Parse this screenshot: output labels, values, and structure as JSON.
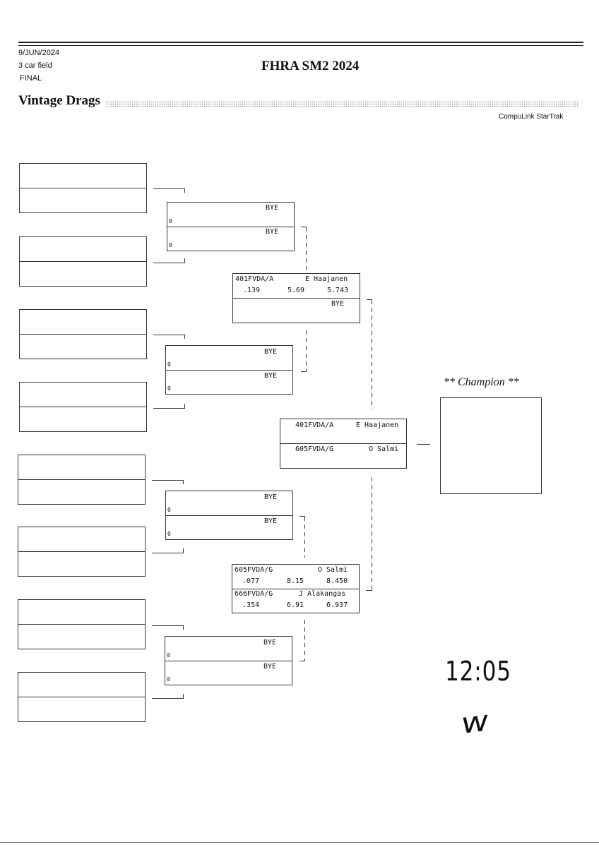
{
  "header": {
    "date": "9/JUN/2024",
    "field": "3 car field",
    "round": "FINAL",
    "event": "FHRA SM2 2024",
    "class": "Vintage Drags",
    "software": "CompuLink StarTrak"
  },
  "round2": [
    {
      "top": {
        "name": "BYE",
        "value": "0"
      },
      "bottom": {
        "name": "BYE",
        "value": "0"
      }
    },
    {
      "top": {
        "name": "BYE",
        "value": "0"
      },
      "bottom": {
        "name": "BYE",
        "value": "0"
      }
    },
    {
      "top": {
        "name": "BYE",
        "value": "0"
      },
      "bottom": {
        "name": "BYE",
        "value": "0"
      }
    },
    {
      "top": {
        "name": "BYE",
        "value": "0"
      },
      "bottom": {
        "name": "BYE",
        "value": "0"
      }
    }
  ],
  "semis": [
    {
      "top": {
        "car": "401FVDA/A",
        "driver": "E Haajanen",
        "rt": ".139",
        "et": "5.69",
        "dial": "5.743"
      },
      "bottom": {
        "car": "",
        "driver": "BYE",
        "rt": "",
        "et": "",
        "dial": ""
      }
    },
    {
      "top": {
        "car": "605FVDA/G",
        "driver": "O Salmi",
        "rt": ".077",
        "et": "8.15",
        "dial": "8.450"
      },
      "bottom": {
        "car": "666FVDA/G",
        "driver": "J Alakangas",
        "rt": ".354",
        "et": "6.91",
        "dial": "6.937"
      }
    }
  ],
  "final": {
    "top": {
      "car": "401FVDA/A",
      "driver": "E Haajanen"
    },
    "bottom": {
      "car": "605FVDA/G",
      "driver": "O Salmi"
    }
  },
  "champion": {
    "label": "** Champion **",
    "name": ""
  },
  "handwriting": {
    "time": "12:05",
    "initials": "w"
  }
}
